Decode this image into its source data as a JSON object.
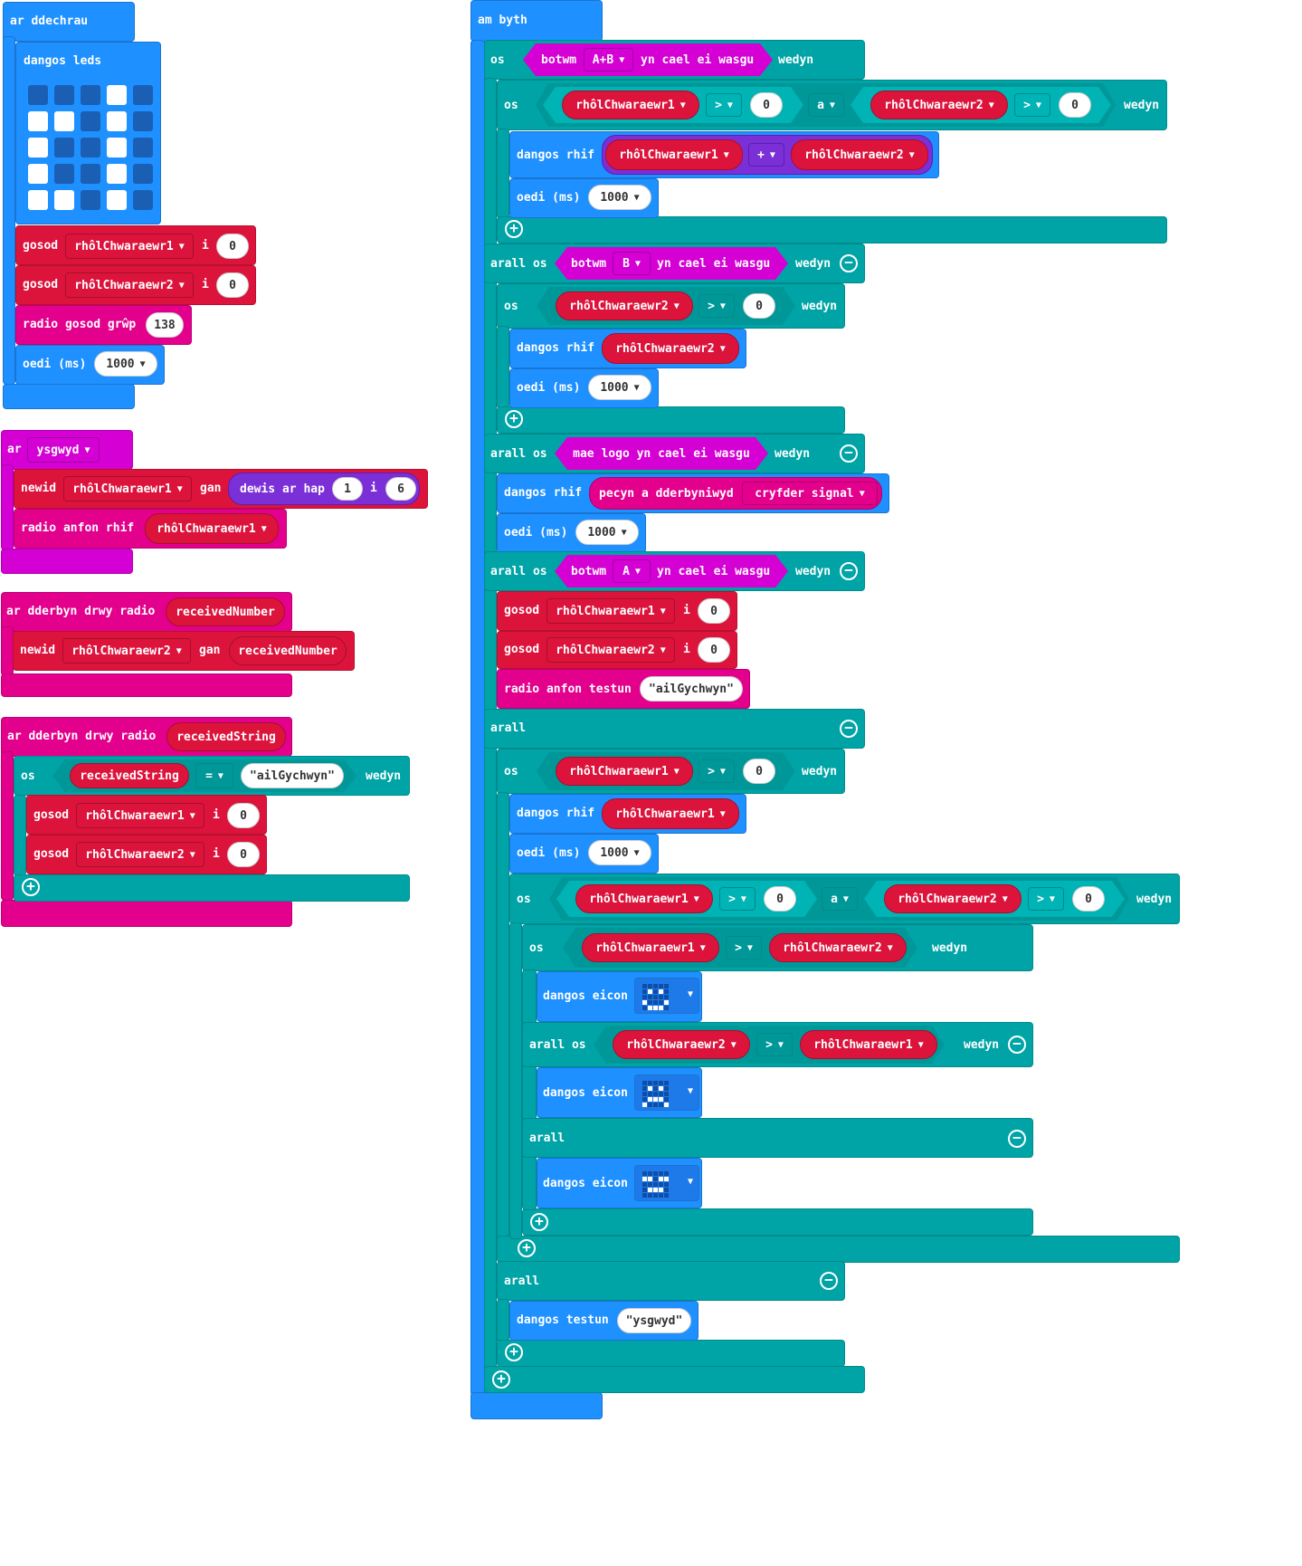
{
  "start_block": {
    "hat": "ar ddechrau",
    "show_leds": "dangos leds",
    "set1": {
      "label": "gosod",
      "var": "rhôlChwaraewr1",
      "to": "i",
      "value": "0"
    },
    "set2": {
      "label": "gosod",
      "var": "rhôlChwaraewr2",
      "to": "i",
      "value": "0"
    },
    "radio_group": {
      "label": "radio gosod grŵp",
      "value": "138"
    },
    "pause": {
      "label": "oedi (ms)",
      "value": "1000"
    }
  },
  "shake_block": {
    "hat": "ar",
    "event": "ysgwyd",
    "change": {
      "label": "newid",
      "var": "rhôlChwaraewr1",
      "by": "gan",
      "random": "dewis ar hap",
      "from": "1",
      "to_word": "i",
      "to": "6"
    },
    "send": {
      "label": "radio anfon rhif",
      "var": "rhôlChwaraewr1"
    }
  },
  "recv_num_block": {
    "hat": "ar dderbyn drwy radio",
    "param": "receivedNumber",
    "change": {
      "label": "newid",
      "var": "rhôlChwaraewr2",
      "by": "gan",
      "value": "receivedNumber"
    }
  },
  "recv_str_block": {
    "hat": "ar dderbyn drwy radio",
    "param": "receivedString",
    "if": {
      "label": "os",
      "left": "receivedString",
      "op": "=",
      "right": "ailGychwyn",
      "then": "wedyn"
    },
    "set1": {
      "label": "gosod",
      "var": "rhôlChwaraewr1",
      "to": "i",
      "value": "0"
    },
    "set2": {
      "label": "gosod",
      "var": "rhôlChwaraewr2",
      "to": "i",
      "value": "0"
    }
  },
  "forever": {
    "hat": "am byth",
    "if1": {
      "os": "os",
      "button": "botwm",
      "which": "A+B",
      "pressed": "yn cael ei wasgu",
      "then": "wedyn"
    },
    "if1_inner": {
      "os": "os",
      "v1": "rhôlChwaraewr1",
      "gt": ">",
      "zero": "0",
      "and": "a",
      "v2": "rhôlChwaraewr2",
      "then": "wedyn"
    },
    "show_sum": {
      "label": "dangos rhif",
      "v1": "rhôlChwaraewr1",
      "plus": "+",
      "v2": "rhôlChwaraewr2"
    },
    "pause1": {
      "label": "oedi (ms)",
      "value": "1000"
    },
    "elif_b": {
      "label": "arall os",
      "button": "botwm",
      "which": "B",
      "pressed": "yn cael ei wasgu",
      "then": "wedyn"
    },
    "if_b_inner": {
      "os": "os",
      "v": "rhôlChwaraewr2",
      "gt": ">",
      "zero": "0",
      "then": "wedyn"
    },
    "show_b": {
      "label": "dangos rhif",
      "v": "rhôlChwaraewr2"
    },
    "pause2": {
      "label": "oedi (ms)",
      "value": "1000"
    },
    "elif_logo": {
      "label": "arall os",
      "cond": "mae logo yn cael ei wasgu",
      "then": "wedyn"
    },
    "show_signal": {
      "label": "dangos rhif",
      "packet": "pecyn a dderbyniwyd",
      "prop": "cryfder signal"
    },
    "pause3": {
      "label": "oedi (ms)",
      "value": "1000"
    },
    "elif_a": {
      "label": "arall os",
      "button": "botwm",
      "which": "A",
      "pressed": "yn cael ei wasgu",
      "then": "wedyn"
    },
    "set_a1": {
      "label": "gosod",
      "var": "rhôlChwaraewr1",
      "to": "i",
      "value": "0"
    },
    "set_a2": {
      "label": "gosod",
      "var": "rhôlChwaraewr2",
      "to": "i",
      "value": "0"
    },
    "send_text": {
      "label": "radio anfon testun",
      "value": "ailGychwyn"
    },
    "else": "arall",
    "if_e1": {
      "os": "os",
      "v": "rhôlChwaraewr1",
      "gt": ">",
      "zero": "0",
      "then": "wedyn"
    },
    "show_e1": {
      "label": "dangos rhif",
      "v": "rhôlChwaraewr1"
    },
    "pause4": {
      "label": "oedi (ms)",
      "value": "1000"
    },
    "if_e2": {
      "os": "os",
      "v1": "rhôlChwaraewr1",
      "gt": ">",
      "zero": "0",
      "and": "a",
      "v2": "rhôlChwaraewr2",
      "then": "wedyn"
    },
    "if_cmp": {
      "os": "os",
      "v1": "rhôlChwaraewr1",
      "gt": ">",
      "v2": "rhôlChwaraewr2",
      "then": "wedyn"
    },
    "icon1": {
      "label": "dangos eicon"
    },
    "elif_cmp": {
      "label": "arall os",
      "v1": "rhôlChwaraewr2",
      "gt": ">",
      "v2": "rhôlChwaraewr1",
      "then": "wedyn"
    },
    "icon2": {
      "label": "dangos eicon"
    },
    "else2": "arall",
    "icon3": {
      "label": "dangos eicon"
    },
    "else3": "arall",
    "show_text": {
      "label": "dangos testun",
      "value": "ysgwyd"
    }
  }
}
